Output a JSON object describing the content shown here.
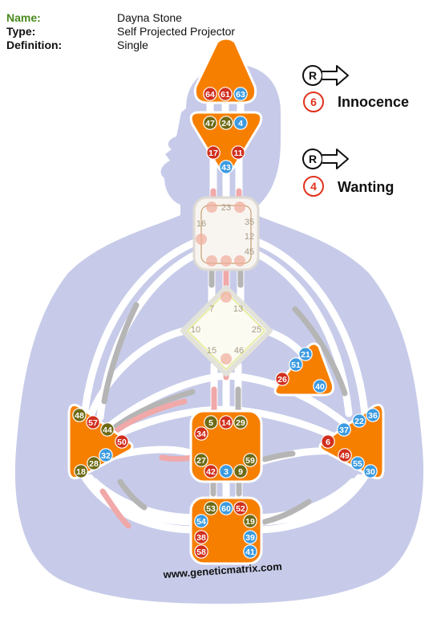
{
  "profile": {
    "name_label": "Name:",
    "name_value": "Dayna Stone",
    "type_label": "Type:",
    "type_value": "Self Projected Projector",
    "definition_label": "Definition:",
    "definition_value": "Single"
  },
  "arrows": [
    {
      "letter": "R",
      "line": "6",
      "label": "Innocence"
    },
    {
      "letter": "R",
      "line": "4",
      "label": "Wanting"
    }
  ],
  "watermark": "www.geneticmatrix.com",
  "colors": {
    "orange": "#f77f00",
    "red": "#d12f1e",
    "olive": "#6e6a14",
    "blue": "#3c9be0",
    "silhouette": "#c7cbe9",
    "channel": "#ffffff",
    "pink": "#f0a8a8",
    "gray": "#b5b5b5"
  },
  "centers": {
    "head": {
      "gates": [
        {
          "n": "64",
          "c": "red"
        },
        {
          "n": "61",
          "c": "red"
        },
        {
          "n": "63",
          "c": "blue"
        }
      ]
    },
    "ajna": {
      "gates": [
        {
          "n": "47",
          "c": "olive"
        },
        {
          "n": "24",
          "c": "olive"
        },
        {
          "n": "4",
          "c": "blue"
        },
        {
          "n": "17",
          "c": "red"
        },
        {
          "n": "11",
          "c": "red"
        },
        {
          "n": "43",
          "c": "blue"
        }
      ]
    },
    "throat": {
      "gates": [
        "23",
        "16",
        "35",
        "12",
        "45"
      ]
    },
    "g": {
      "gates": [
        "7",
        "13",
        "10",
        "25",
        "15",
        "46"
      ]
    },
    "heart": {
      "gates": [
        {
          "n": "21",
          "c": "blue"
        },
        {
          "n": "51",
          "c": "blue"
        },
        {
          "n": "26",
          "c": "red"
        },
        {
          "n": "40",
          "c": "blue"
        }
      ]
    },
    "spleen": {
      "gates": [
        {
          "n": "48",
          "c": "olive"
        },
        {
          "n": "57",
          "c": "red"
        },
        {
          "n": "44",
          "c": "olive"
        },
        {
          "n": "50",
          "c": "red"
        },
        {
          "n": "32",
          "c": "blue"
        },
        {
          "n": "28",
          "c": "olive"
        },
        {
          "n": "18",
          "c": "olive"
        }
      ]
    },
    "sacral": {
      "gates": [
        {
          "n": "5",
          "c": "olive"
        },
        {
          "n": "14",
          "c": "red"
        },
        {
          "n": "29",
          "c": "olive"
        },
        {
          "n": "34",
          "c": "red"
        },
        {
          "n": "27",
          "c": "olive"
        },
        {
          "n": "59",
          "c": "olive"
        },
        {
          "n": "42",
          "c": "red"
        },
        {
          "n": "3",
          "c": "blue"
        },
        {
          "n": "9",
          "c": "olive"
        }
      ]
    },
    "solar": {
      "gates": [
        {
          "n": "36",
          "c": "blue"
        },
        {
          "n": "22",
          "c": "blue"
        },
        {
          "n": "37",
          "c": "blue"
        },
        {
          "n": "6",
          "c": "red"
        },
        {
          "n": "49",
          "c": "red"
        },
        {
          "n": "55",
          "c": "blue"
        },
        {
          "n": "30",
          "c": "blue"
        }
      ]
    },
    "root": {
      "gates": [
        {
          "n": "53",
          "c": "olive"
        },
        {
          "n": "60",
          "c": "blue"
        },
        {
          "n": "52",
          "c": "red"
        },
        {
          "n": "54",
          "c": "blue"
        },
        {
          "n": "19",
          "c": "olive"
        },
        {
          "n": "38",
          "c": "red"
        },
        {
          "n": "39",
          "c": "blue"
        },
        {
          "n": "58",
          "c": "red"
        },
        {
          "n": "41",
          "c": "blue"
        }
      ]
    }
  }
}
